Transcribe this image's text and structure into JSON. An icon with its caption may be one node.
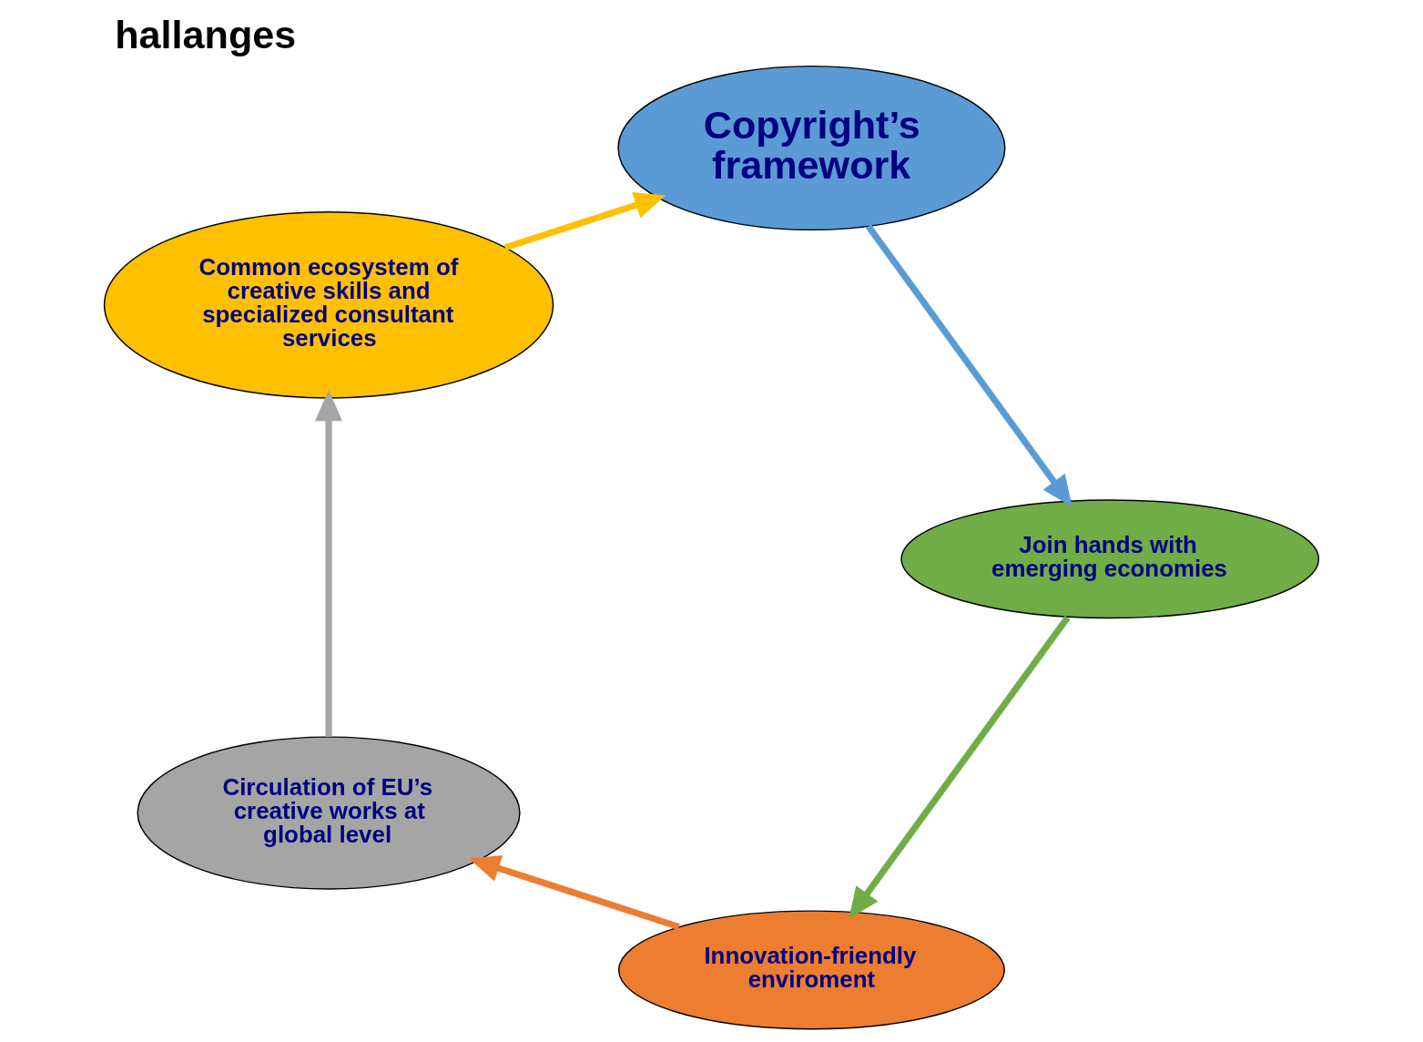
{
  "diagram": {
    "title": "hallanges",
    "nodes": [
      {
        "text": [
          "Innovation-friendly enviroment"
        ]
      },
      {
        "text": [
          "Circulation of EU’s creative works at global level"
        ]
      },
      {
        "text": [
          "Common ecosystem of creative skills and specialized consultant services"
        ]
      },
      {
        "text": [
          "Copyright’s framework"
        ]
      },
      {
        "text": [
          "Join hands with emerging economies"
        ]
      }
    ],
    "edges": [
      {
        "from": 0,
        "to": 1,
        "arrow": "to",
        "color": "#ed7d31"
      },
      {
        "from": 1,
        "to": 2,
        "arrow": "to",
        "color": "#a5a5a5"
      },
      {
        "from": 2,
        "to": 3,
        "arrow": "to",
        "color": "#ffc000"
      },
      {
        "from": 3,
        "to": 4,
        "arrow": "to",
        "color": "#5b9bd5"
      },
      {
        "from": 4,
        "to": 0,
        "arrow": "to",
        "color": "#70ad47"
      }
    ]
  }
}
